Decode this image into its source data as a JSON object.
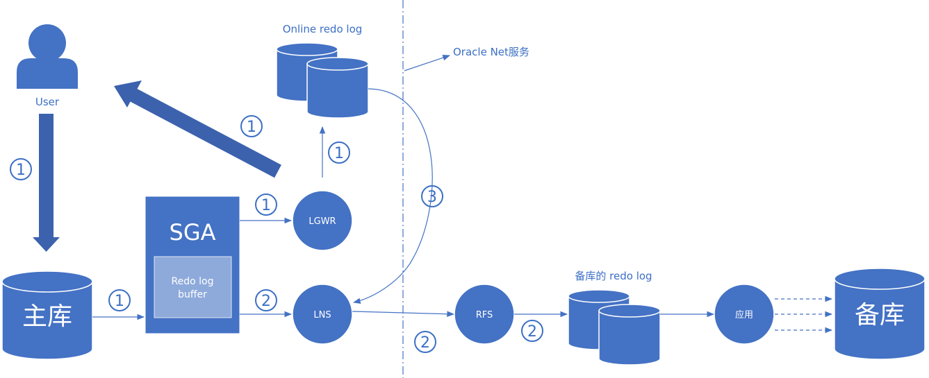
{
  "colors": {
    "shape_fill": "#4472c4",
    "shape_stroke": "#ffffff",
    "arrow": "#4472c4",
    "thick_arrow": "#3c62ad",
    "buffer_fill": "#8eaadb",
    "text_blue": "#3b6fc4"
  },
  "icons": {
    "user": "person-icon"
  },
  "labels": {
    "user": "User",
    "online_redo_log": "Online redo log",
    "oracle_net": "Oracle Net服务",
    "sga": "SGA",
    "redo_buffer_line1": "Redo log",
    "redo_buffer_line2": "buffer",
    "lgwr": "LGWR",
    "lns": "LNS",
    "rfs": "RFS",
    "standby_redo_log": "备库的 redo log",
    "apply": "应用",
    "primary_db": "主库",
    "standby_db": "备库"
  },
  "steps": {
    "s1": "1",
    "s2": "2",
    "s3": "3"
  }
}
